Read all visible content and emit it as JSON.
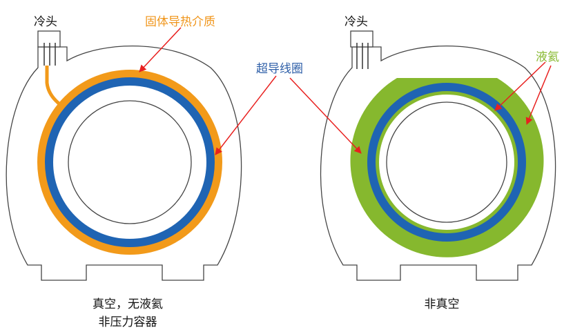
{
  "left": {
    "cold_head": "冷头",
    "medium_label": "固体导热介质",
    "caption_line1": "真空，无液氦",
    "caption_line2": "非压力容器"
  },
  "right": {
    "cold_head": "冷头",
    "helium_label": "液氦",
    "caption": "非真空"
  },
  "coil_label": "超导线圈",
  "colors": {
    "orange": "#F29A1A",
    "blue": "#1F64B3",
    "green": "#86B82E",
    "outline": "#444444",
    "arrow": "#E8201F",
    "label_orange": "#F0961C",
    "label_blue": "#2E5FA8",
    "label_green": "#86B82E"
  }
}
